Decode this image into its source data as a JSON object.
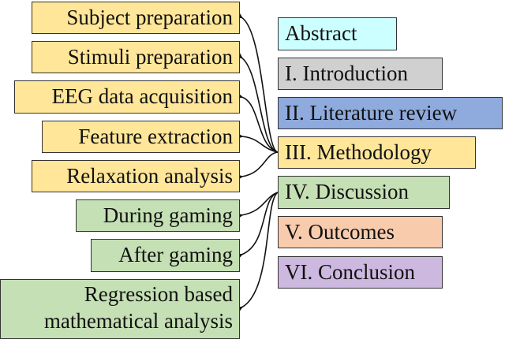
{
  "colors": {
    "abstract": "#CCFFFF",
    "introduction": "#D0D0D0",
    "literature_review": "#8FAADC",
    "methodology": "#FFE699",
    "discussion": "#C5E0B4",
    "outcomes": "#F8CBAD",
    "conclusion": "#CDB8E0",
    "border": "#333333",
    "arrow": "#111111"
  },
  "sections": [
    {
      "label": "Abstract"
    },
    {
      "label": "I. Introduction"
    },
    {
      "label": "II. Literature review"
    },
    {
      "label": "III. Methodology"
    },
    {
      "label": "IV. Discussion"
    },
    {
      "label": "V. Outcomes"
    },
    {
      "label": "VI. Conclusion"
    }
  ],
  "methodology_subsections": [
    {
      "label": "Subject preparation"
    },
    {
      "label": "Stimuli preparation"
    },
    {
      "label": "EEG data acquisition"
    },
    {
      "label": "Feature extraction"
    },
    {
      "label": "Relaxation analysis"
    }
  ],
  "discussion_subsections": [
    {
      "label": "During gaming"
    },
    {
      "label": "After gaming"
    },
    {
      "line1": "Regression based",
      "line2": "mathematical analysis"
    }
  ]
}
